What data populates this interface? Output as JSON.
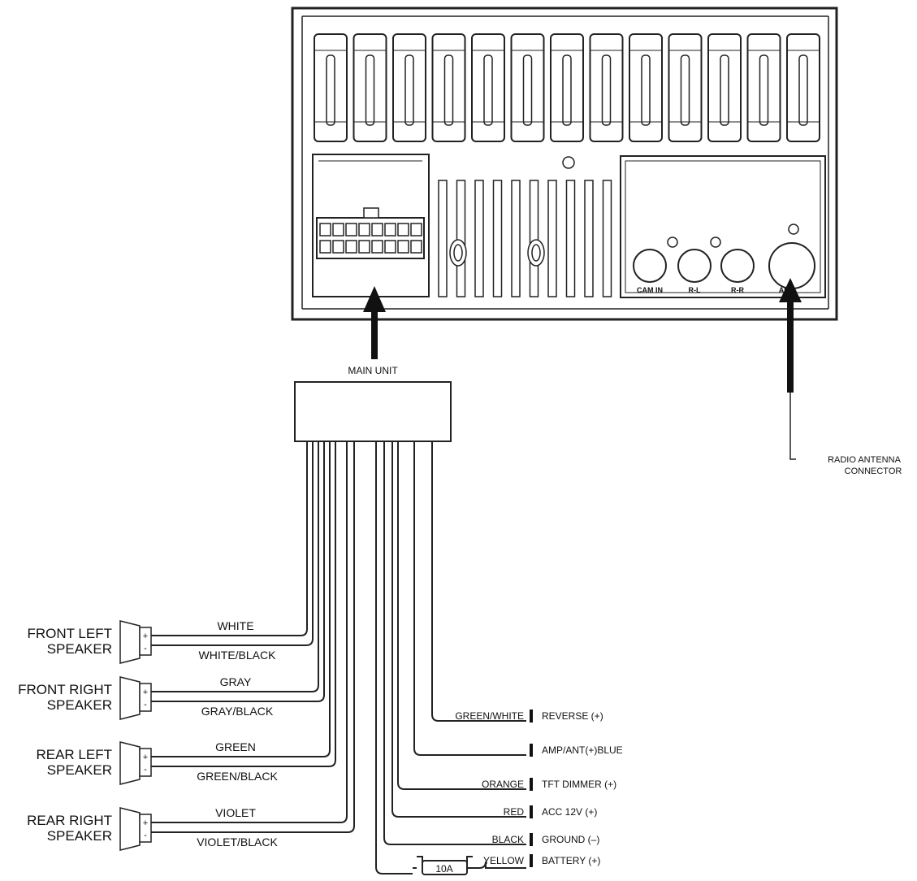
{
  "labels": {
    "main_unit": "MAIN UNIT",
    "cam_in": "CAM IN",
    "r_l": "R-L",
    "r_r": "R-R",
    "ant": "ANT",
    "radio_antenna_line1": "RADIO ANTENNA",
    "radio_antenna_line2": "CONNECTOR",
    "fuse": "10A"
  },
  "speakers": [
    {
      "line1": "FRONT LEFT",
      "line2": "SPEAKER",
      "pos_wire": "WHITE",
      "neg_wire": "WHITE/BLACK"
    },
    {
      "line1": "FRONT RIGHT",
      "line2": "SPEAKER",
      "pos_wire": "GRAY",
      "neg_wire": "GRAY/BLACK"
    },
    {
      "line1": "REAR LEFT",
      "line2": "SPEAKER",
      "pos_wire": "GREEN",
      "neg_wire": "GREEN/BLACK"
    },
    {
      "line1": "REAR RIGHT",
      "line2": "SPEAKER",
      "pos_wire": "VIOLET",
      "neg_wire": "VIOLET/BLACK"
    }
  ],
  "power_wires": [
    {
      "color": "GREEN/WHITE",
      "function": "REVERSE (+)"
    },
    {
      "color": "",
      "function": "AMP/ANT(+)BLUE"
    },
    {
      "color": "ORANGE",
      "function": "TFT DIMMER (+)"
    },
    {
      "color": "RED",
      "function": "ACC 12V (+)"
    },
    {
      "color": "BLACK",
      "function": "GROUND (–)"
    },
    {
      "color": "YELLOW",
      "function": "BATTERY (+)"
    }
  ],
  "symbols": {
    "plus": "+",
    "minus": "-"
  }
}
